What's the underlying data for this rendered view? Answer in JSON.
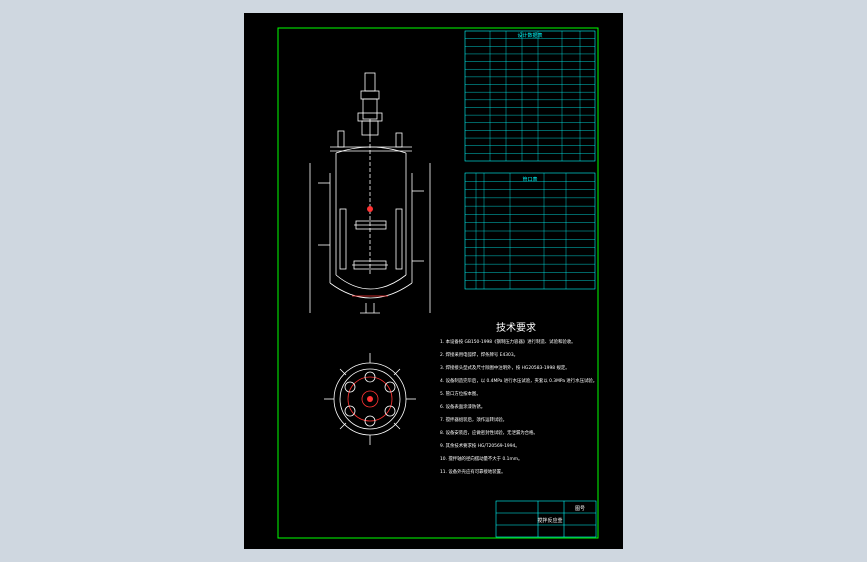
{
  "canvas": {
    "background": "#cfd7e0",
    "sheet_color": "#000000",
    "frame_color": "#00ff00",
    "line_color": "#ffffff",
    "table_color": "#00ffff",
    "accent_color": "#ff3333",
    "text_color": "#ffffff"
  },
  "notes": {
    "heading": "技术要求",
    "items": [
      "1. 本设备按 GB150-1998《钢制压力容器》进行制造、试验和验收。",
      "2. 焊接采用电弧焊，焊条牌号 E4303。",
      "3. 焊接接头型式及尺寸除图中注明外，按 HG20583-1998 规定。",
      "4. 设备制造完毕后，以 0.4MPa 进行水压试验，夹套以 0.3MPa 进行水压试验。",
      "5. 管口方位按本图。",
      "6. 设备表面涂漆防锈。",
      "7. 搅拌器组装后，须作运转试验。",
      "8. 设备安装后，应做密封性试验，无泄漏为合格。",
      "9. 其余技术要求按 HG/T20569-1994。",
      "10. 搅拌轴的径向摆动量不大于 0.1mm。",
      "11. 设备外壳应有可靠接地装置。"
    ]
  },
  "design_table": {
    "caption": "设计数据表"
  },
  "nozzle_table": {
    "caption": "管口表"
  },
  "title_block": {
    "drawing_title": "搅拌反应釜",
    "sheet_no": "图号"
  }
}
